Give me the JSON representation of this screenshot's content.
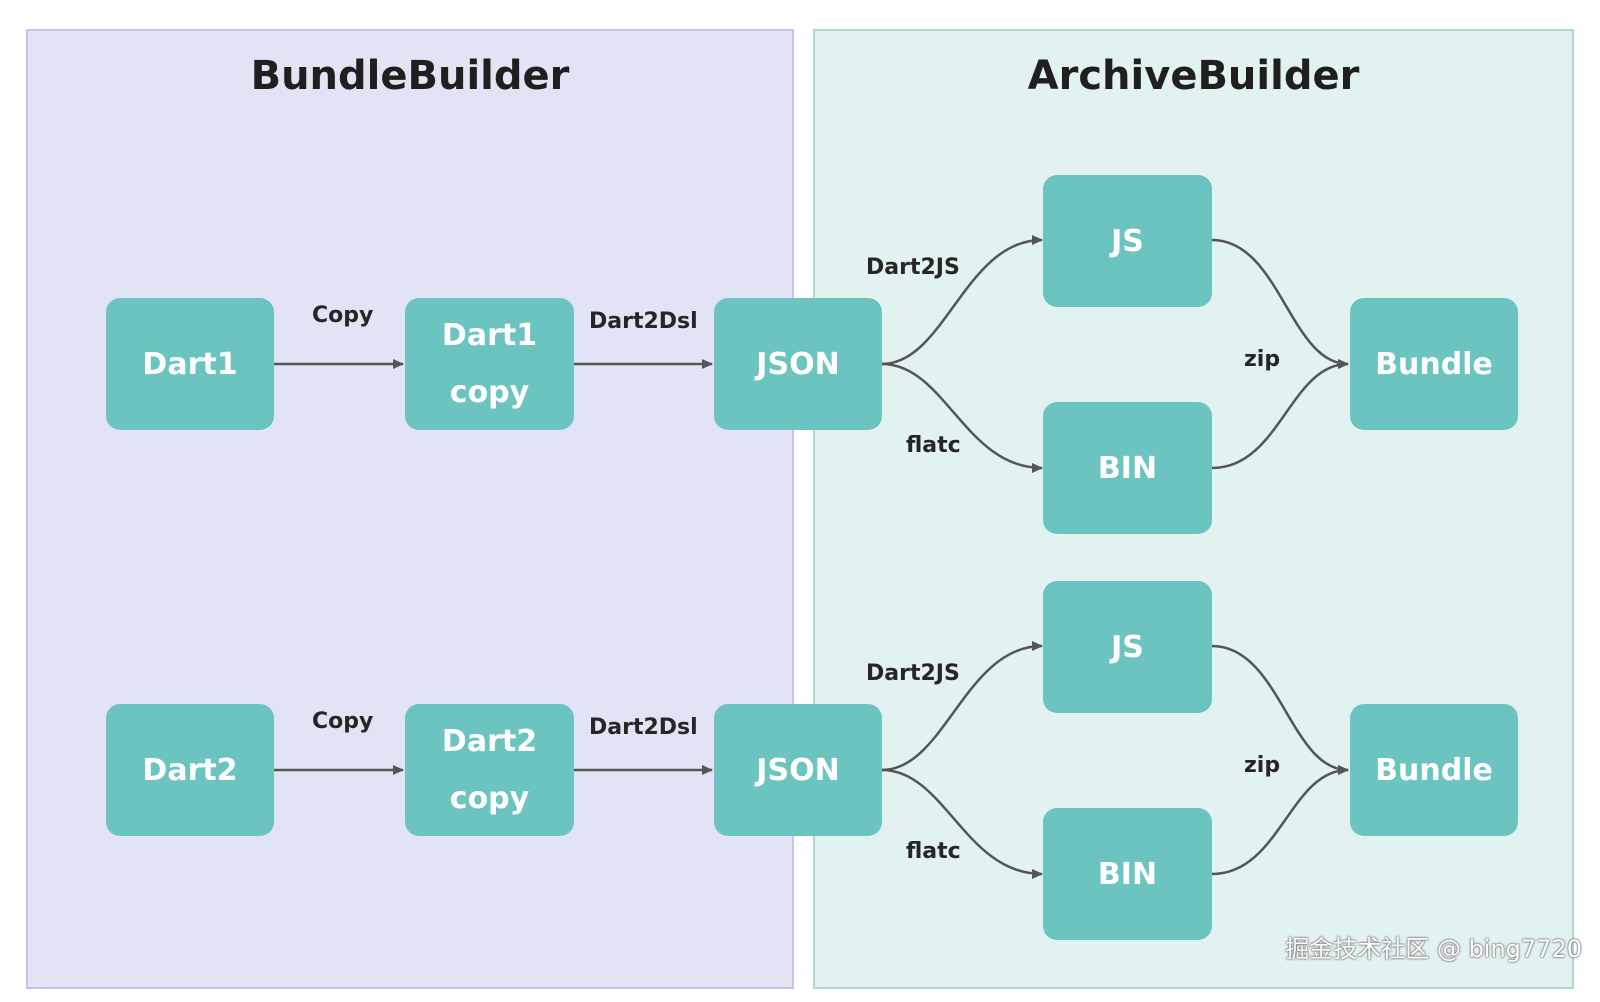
{
  "groups": {
    "bundle_builder": {
      "title": "BundleBuilder",
      "fill": "#e2e4f6",
      "border": "#c8c2ea"
    },
    "archive_builder": {
      "title": "ArchiveBuilder",
      "fill": "#e1f2f1",
      "border": "#a9dad5"
    }
  },
  "node_color": "#6cc4c1",
  "edge_color": "#555555",
  "rows": [
    {
      "source": "Dart1",
      "copy": [
        "Dart1",
        "copy"
      ],
      "json": "JSON",
      "js": "JS",
      "bin": "BIN",
      "bundle": "Bundle",
      "edges": {
        "copy": "Copy",
        "dart2dsl": "Dart2Dsl",
        "dart2js": "Dart2JS",
        "flatc": "flatc",
        "zip": "zip"
      }
    },
    {
      "source": "Dart2",
      "copy": [
        "Dart2",
        "copy"
      ],
      "json": "JSON",
      "js": "JS",
      "bin": "BIN",
      "bundle": "Bundle",
      "edges": {
        "copy": "Copy",
        "dart2dsl": "Dart2Dsl",
        "dart2js": "Dart2JS",
        "flatc": "flatc",
        "zip": "zip"
      }
    }
  ],
  "watermark": "掘金技术社区 @ bing7720"
}
